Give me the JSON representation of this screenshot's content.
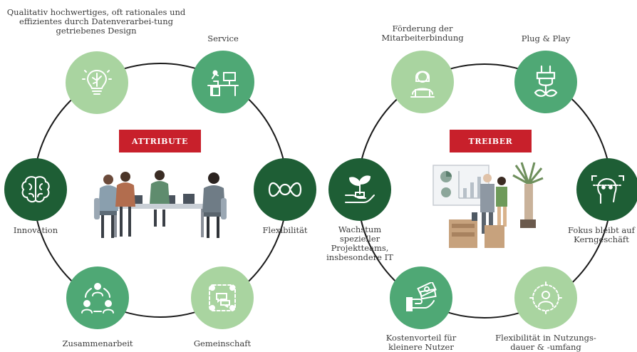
{
  "colors": {
    "dark_green": "#1e5e35",
    "mid_green": "#4fa875",
    "light_green": "#a9d4a0",
    "red": "#c8202b"
  },
  "attribute": {
    "badge": "ATTRIBUTE",
    "nodes": {
      "design": {
        "label": "Qualitativ hochwertiges, oft rationales und effizientes durch Datenverarbei-tung getriebenes Design",
        "icon": "brain-lightbulb-icon"
      },
      "service": {
        "label": "Service",
        "icon": "desk-workstation-icon"
      },
      "flexibility": {
        "label": "Flexibilität",
        "icon": "bow-loop-icon"
      },
      "community": {
        "label": "Gemeinschaft",
        "icon": "chat-group-icon"
      },
      "collaboration": {
        "label": "Zusammenarbeit",
        "icon": "team-cycle-icon"
      },
      "innovation": {
        "label": "Innovation",
        "icon": "brain-icon"
      }
    }
  },
  "treiber": {
    "badge": "TREIBER",
    "nodes": {
      "retention": {
        "label": "Förderung der Mitarbeiterbindung",
        "icon": "employee-icon"
      },
      "plugplay": {
        "label": "Plug & Play",
        "icon": "plug-icon"
      },
      "focus": {
        "label": "Fokus bleibt auf Kerngeschäft",
        "icon": "face-scan-icon"
      },
      "flex_usage": {
        "label": "Flexibilität in Nutzungs-dauer & -umfang",
        "icon": "person-radiate-icon"
      },
      "cost": {
        "label": "Kostenvorteil für kleinere Nutzer",
        "icon": "hand-money-icon"
      },
      "growth": {
        "label": "Wachstum spezieller Projektteams, insbesondere IT",
        "icon": "hand-plant-icon"
      }
    }
  }
}
